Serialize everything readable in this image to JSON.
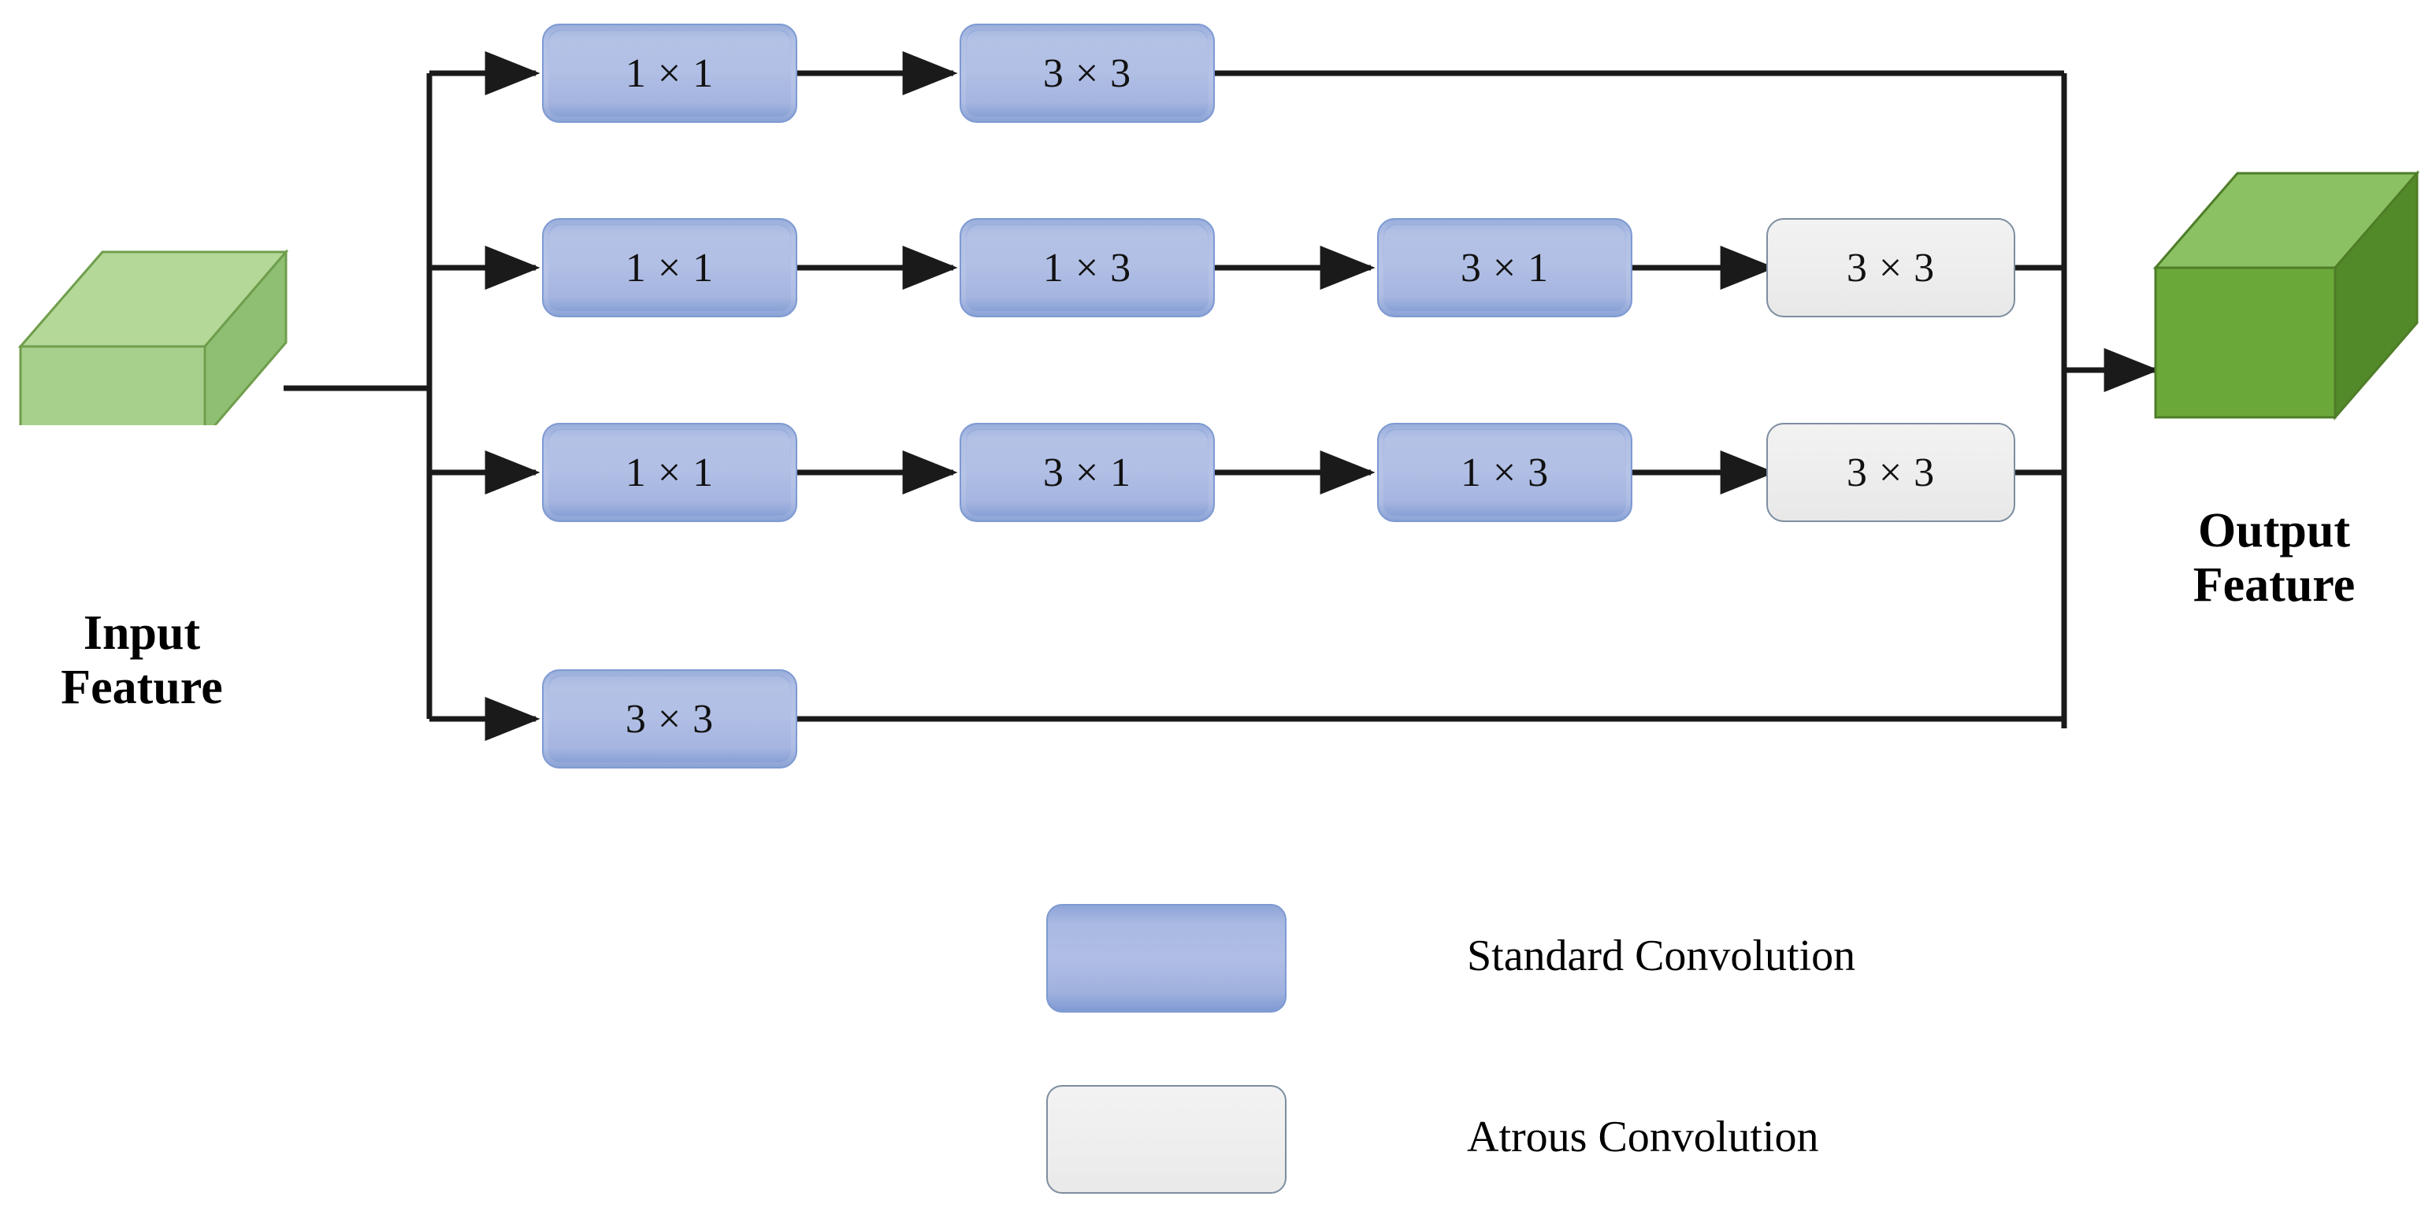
{
  "diagram": {
    "input": {
      "label_line1": "Input",
      "label_line2": "Feature",
      "color": "#9ccc7e"
    },
    "output": {
      "label_line1": "Output",
      "label_line2": "Feature",
      "color": "#6aa83a"
    },
    "branches": [
      {
        "name": "branch-1",
        "boxes": [
          {
            "label": "1 × 1",
            "kind": "standard"
          },
          {
            "label": "3 × 3",
            "kind": "standard"
          }
        ]
      },
      {
        "name": "branch-2",
        "boxes": [
          {
            "label": "1 × 1",
            "kind": "standard"
          },
          {
            "label": "1 × 3",
            "kind": "standard"
          },
          {
            "label": "3 × 1",
            "kind": "standard"
          },
          {
            "label": "3 × 3",
            "kind": "atrous"
          }
        ]
      },
      {
        "name": "branch-3",
        "boxes": [
          {
            "label": "1 × 1",
            "kind": "standard"
          },
          {
            "label": "3 × 1",
            "kind": "standard"
          },
          {
            "label": "1 × 3",
            "kind": "standard"
          },
          {
            "label": "3 × 3",
            "kind": "atrous"
          }
        ]
      },
      {
        "name": "branch-4",
        "boxes": [
          {
            "label": "3 × 3",
            "kind": "standard"
          }
        ]
      }
    ],
    "legend": {
      "items": [
        {
          "label": "Standard Convolution",
          "kind": "standard",
          "color": "#a9b9e2"
        },
        {
          "label": "Atrous Convolution",
          "kind": "atrous",
          "color": "#eeeeee"
        }
      ]
    },
    "colors": {
      "standard_fill": "#a9b9e2",
      "standard_border": "#7e9ad2",
      "atrous_fill": "#eeeeee",
      "atrous_border": "#7d8da0",
      "input_cube": "#9ccc7e",
      "output_cube": "#6aa83a",
      "wire": "#1a1a1a"
    }
  }
}
